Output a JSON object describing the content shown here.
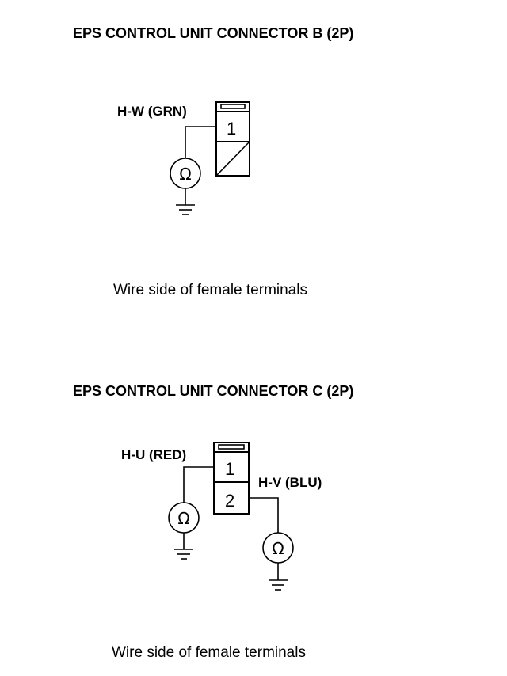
{
  "diagram_b": {
    "title": "EPS CONTROL UNIT CONNECTOR B (2P)",
    "wire_label": "H-W (GRN)",
    "pin_1": "1",
    "meter_symbol": "Ω",
    "caption": "Wire side of female terminals"
  },
  "diagram_c": {
    "title": "EPS CONTROL UNIT CONNECTOR C (2P)",
    "wire_label_1": "H-U (RED)",
    "wire_label_2": "H-V (BLU)",
    "pin_1": "1",
    "pin_2": "2",
    "meter_symbol": "Ω",
    "caption": "Wire side of female terminals"
  }
}
